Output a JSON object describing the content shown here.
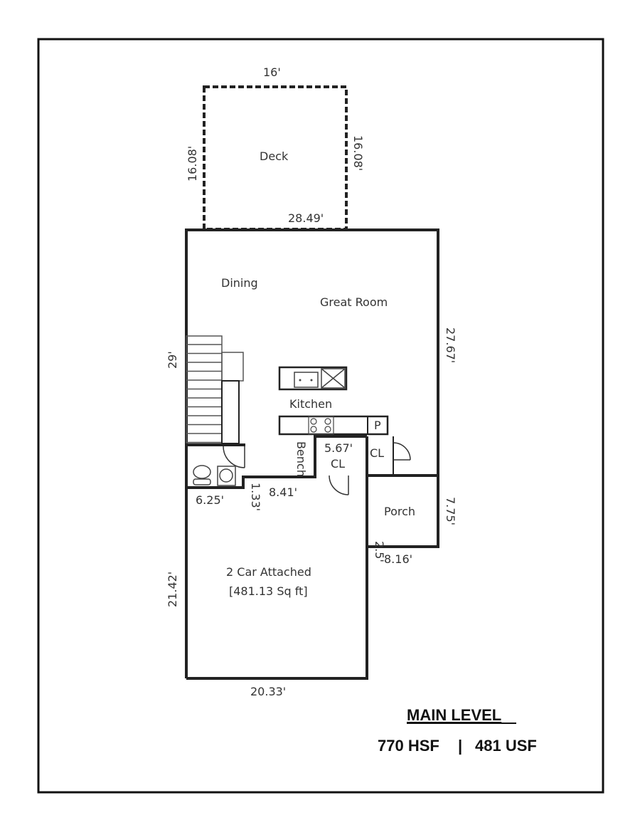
{
  "plan": {
    "rooms": {
      "deck": "Deck",
      "dining": "Dining",
      "great_room": "Great Room",
      "kitchen": "Kitchen",
      "pantry": "P",
      "bench": "Bench",
      "closet_1": "CL",
      "closet_2": "CL",
      "porch": "Porch",
      "garage": "2 Car Attached",
      "garage_area": "[481.13 Sq ft]"
    },
    "dimensions": {
      "deck_top": "16'",
      "deck_left": "16.08'",
      "deck_right": "16.08'",
      "deck_bottom": "28.49'",
      "left_main": "29'",
      "right_main": "27.67'",
      "closet": "5.67'",
      "bath": "6.25'",
      "step": "1.33'",
      "hall": "8.41'",
      "porch_right": "7.75'",
      "porch_bottom": "8.16'",
      "porch_jog": "2.5'",
      "garage_left": "21.42'",
      "garage_bottom": "20.33'"
    }
  },
  "summary": {
    "title": "MAIN LEVEL",
    "hsf": "770 HSF",
    "separator": "|",
    "usf": "481 USF"
  }
}
